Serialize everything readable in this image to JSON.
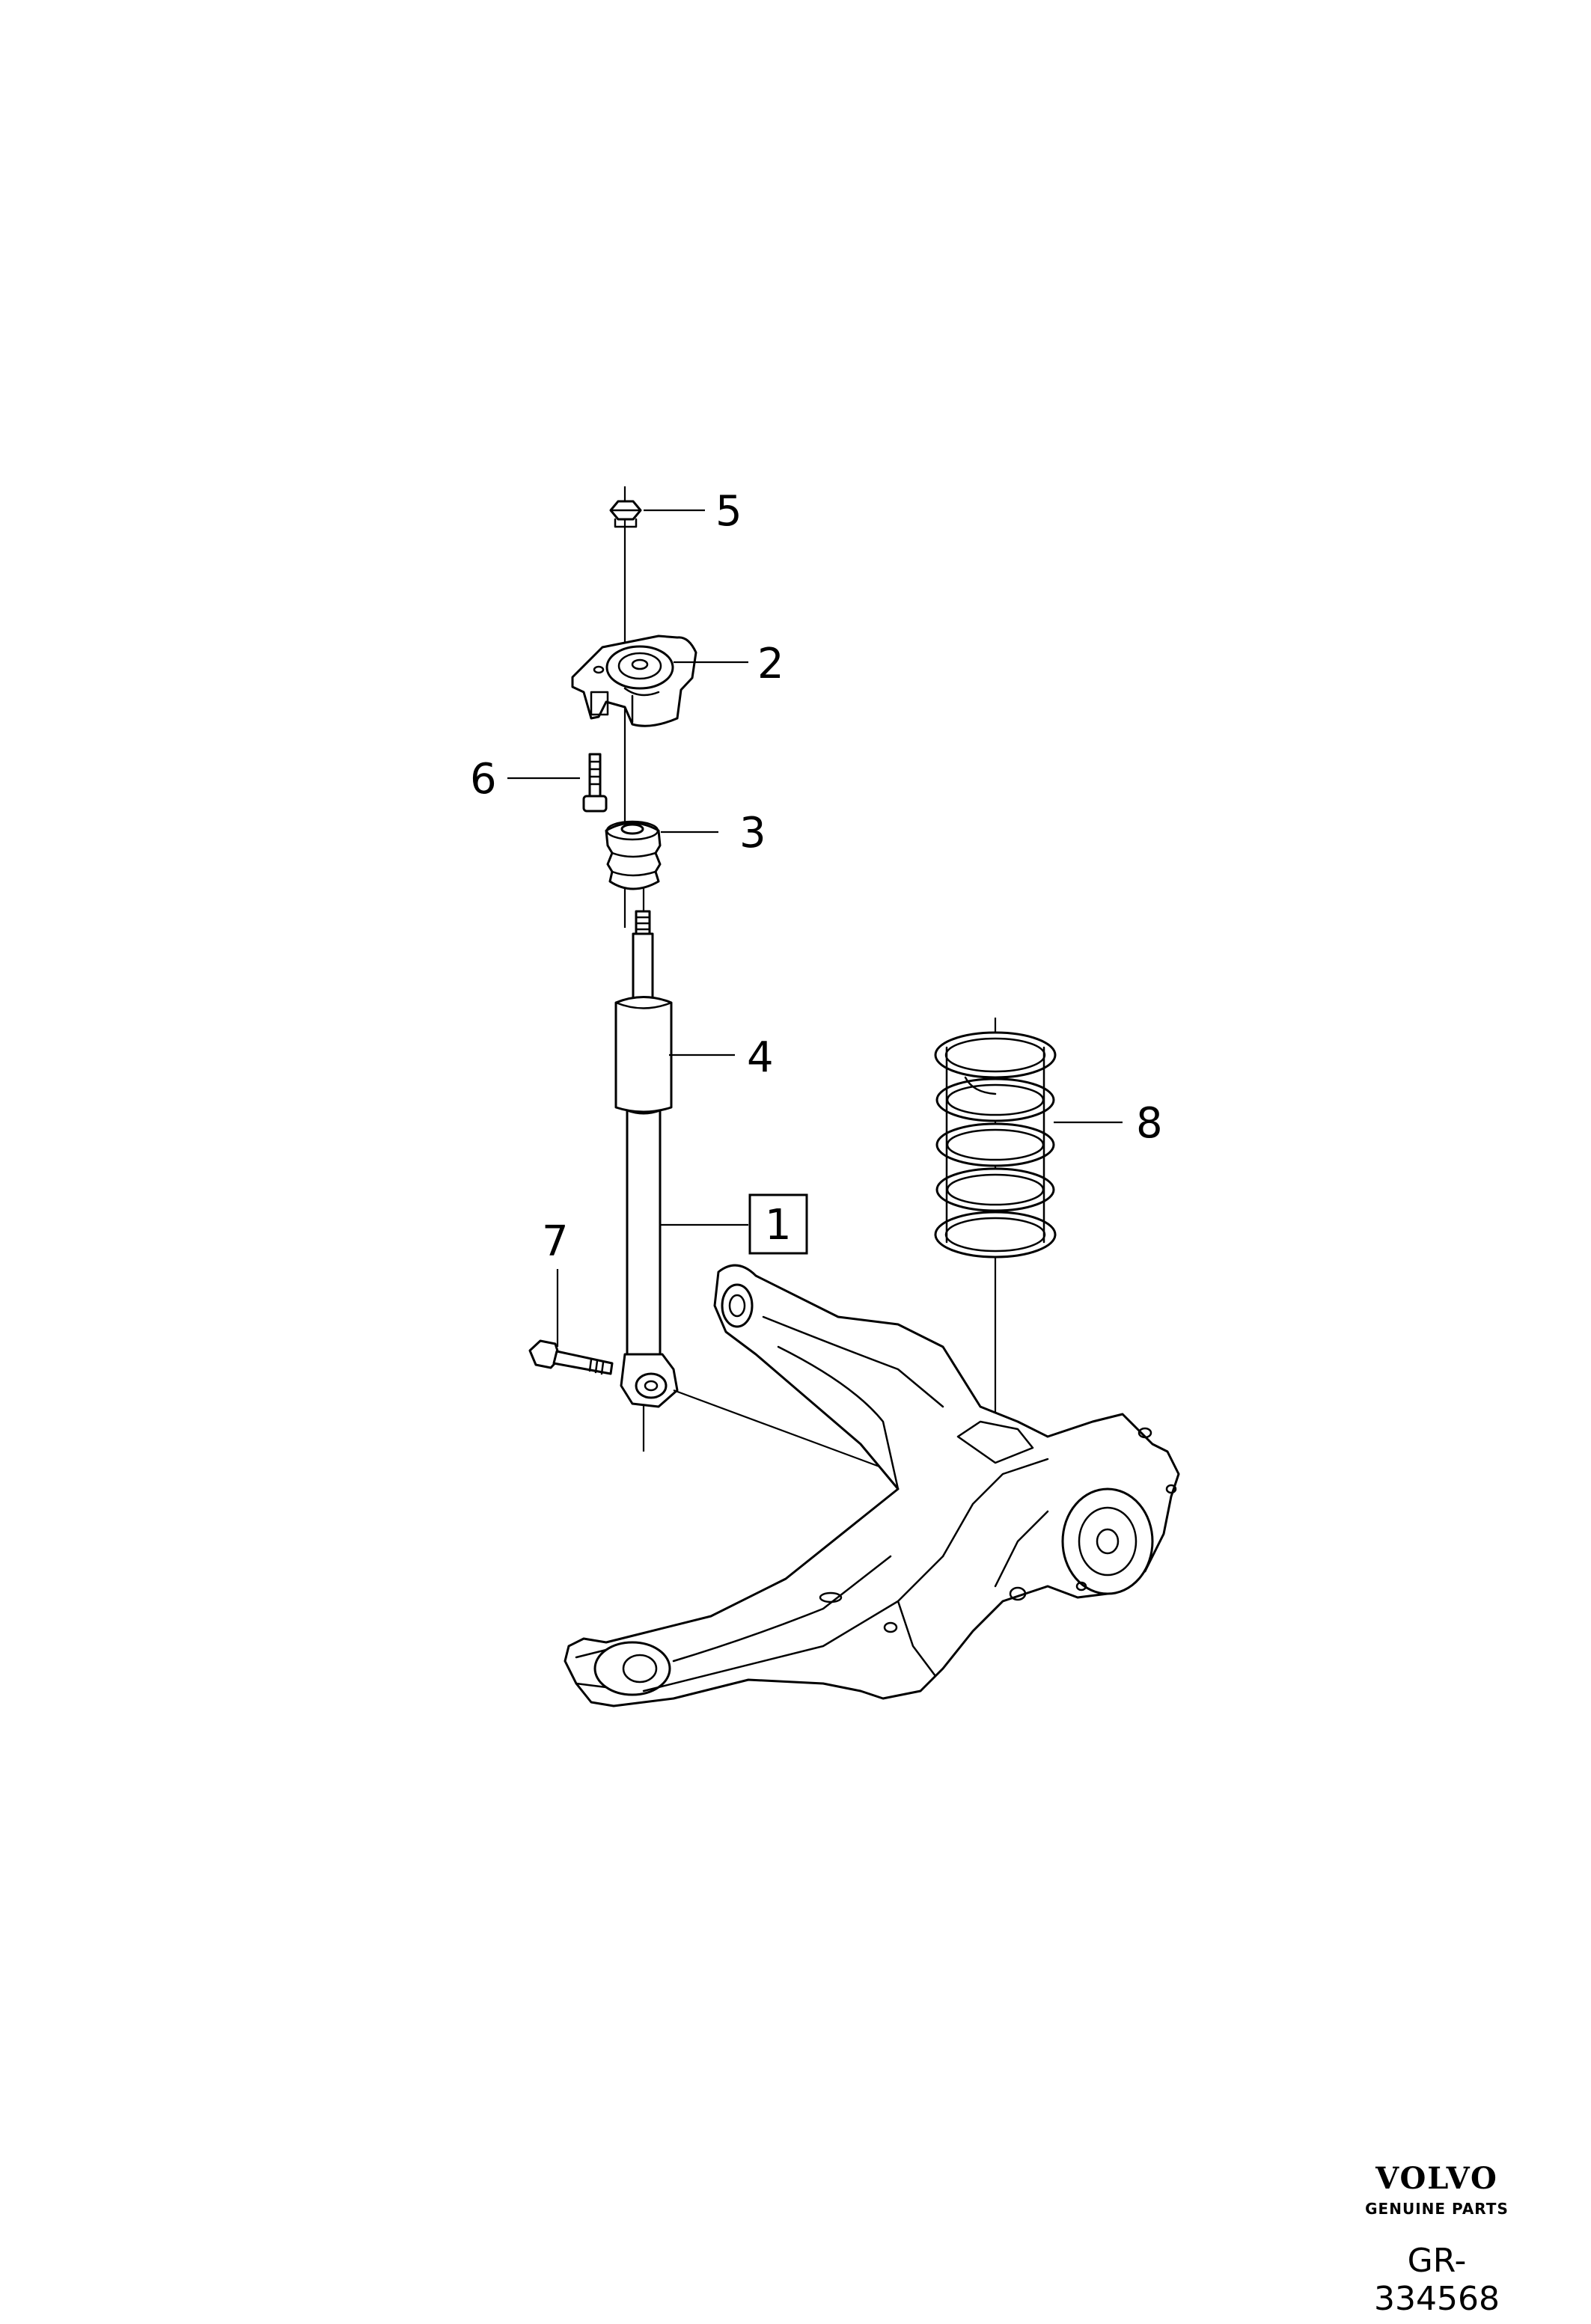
{
  "callouts": {
    "c1": "1",
    "c2": "2",
    "c3": "3",
    "c4": "4",
    "c5": "5",
    "c6": "6",
    "c7": "7",
    "c8": "8"
  },
  "brand": {
    "logo_text": "VOLVO",
    "tagline": "GENUINE PARTS"
  },
  "diagram_id": "GR-334568"
}
